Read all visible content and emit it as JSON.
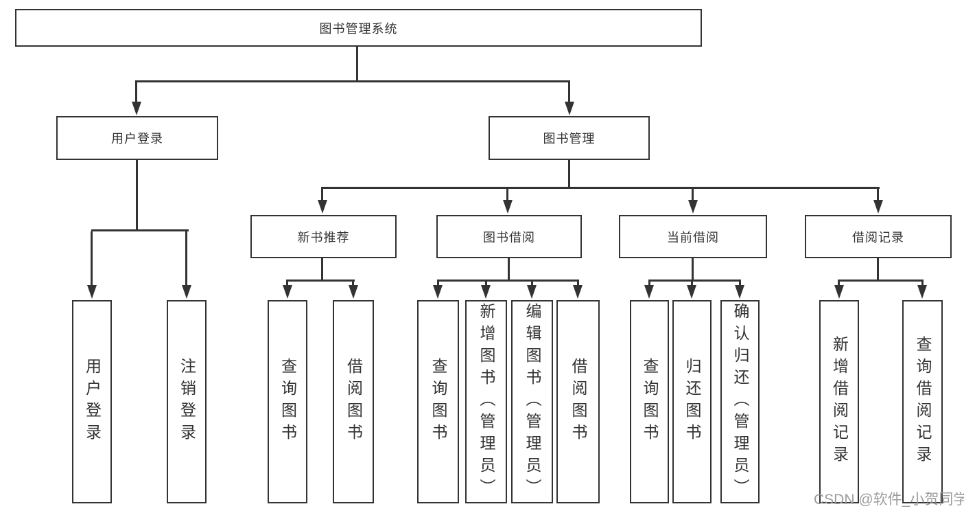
{
  "diagram": {
    "type": "tree",
    "background_color": "#ffffff",
    "line_color": "#333333",
    "text_color": "#333333",
    "root": {
      "label": "图书管理系统"
    },
    "level2": [
      {
        "label": "用户登录"
      },
      {
        "label": "图书管理"
      }
    ],
    "level3": [
      {
        "label": "新书推荐"
      },
      {
        "label": "图书借阅"
      },
      {
        "label": "当前借阅"
      },
      {
        "label": "借阅记录"
      }
    ],
    "leaves": [
      {
        "label": "用户登录"
      },
      {
        "label": "注销登录"
      },
      {
        "label": "查询图书"
      },
      {
        "label": "借阅图书"
      },
      {
        "label": "查询图书"
      },
      {
        "label": "新增图书（管理员）"
      },
      {
        "label": "编辑图书（管理员）"
      },
      {
        "label": "借阅图书"
      },
      {
        "label": "查询图书"
      },
      {
        "label": "归还图书"
      },
      {
        "label": "确认归还（管理员）"
      },
      {
        "label": "新增借阅记录"
      },
      {
        "label": "查询借阅记录"
      }
    ],
    "hierarchy": {
      "图书管理系统": {
        "用户登录": [
          "用户登录",
          "注销登录"
        ],
        "图书管理": {
          "新书推荐": [
            "查询图书",
            "借阅图书"
          ],
          "图书借阅": [
            "查询图书",
            "新增图书（管理员）",
            "编辑图书（管理员）",
            "借阅图书"
          ],
          "当前借阅": [
            "查询图书",
            "归还图书",
            "确认归还（管理员）"
          ],
          "借阅记录": [
            "新增借阅记录",
            "查询借阅记录"
          ]
        }
      }
    }
  },
  "watermark": {
    "text": "CSDN @软件_小贺同学",
    "color": "#9c9c9c"
  }
}
